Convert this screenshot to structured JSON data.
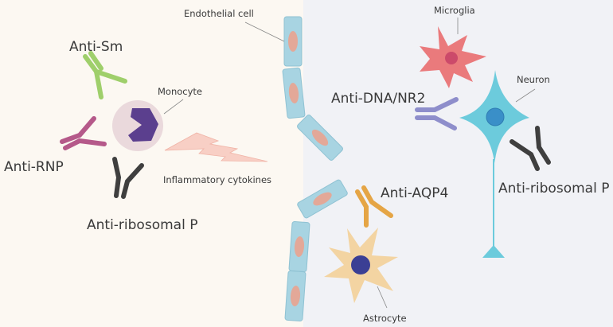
{
  "colors": {
    "periphery_bg": "#fcf8f2",
    "cns_bg": "#f1f2f6",
    "endothelial": "#a8d4e2",
    "endothelial_nucleus": "#e3a898",
    "anti_sm": "#9fcf6b",
    "anti_rnp": "#b5598a",
    "anti_ribosomal_p": "#3f3f3f",
    "anti_dna_nr2": "#8e8ecb",
    "anti_aqp4": "#e5a545",
    "monocyte_body": "#ead9dc",
    "monocyte_nucleus": "#5b3f8e",
    "cytokines": "#f8cfc5",
    "microglia": "#ea7a7c",
    "microglia_nucleus": "#cc4a6a",
    "neuron": "#6ccbdc",
    "neuron_nucleus": "#3a8fc8",
    "astrocyte": "#f3d4a2",
    "astrocyte_nucleus": "#3b3f94"
  },
  "labels": {
    "endothelial_cell": "Endothelial cell",
    "anti_sm": "Anti-Sm",
    "monocyte": "Monocyte",
    "anti_rnp": "Anti-RNP",
    "inflammatory_cytokines": "Inflammatory cytokines",
    "anti_ribosomal_p_left": "Anti-ribosomal P",
    "microglia": "Microglia",
    "neuron": "Neuron",
    "anti_dna_nr2": "Anti-DNA/NR2",
    "anti_ribosomal_p_right": "Anti-ribosomal P",
    "anti_aqp4": "Anti-AQP4",
    "astrocyte": "Astrocyte"
  }
}
